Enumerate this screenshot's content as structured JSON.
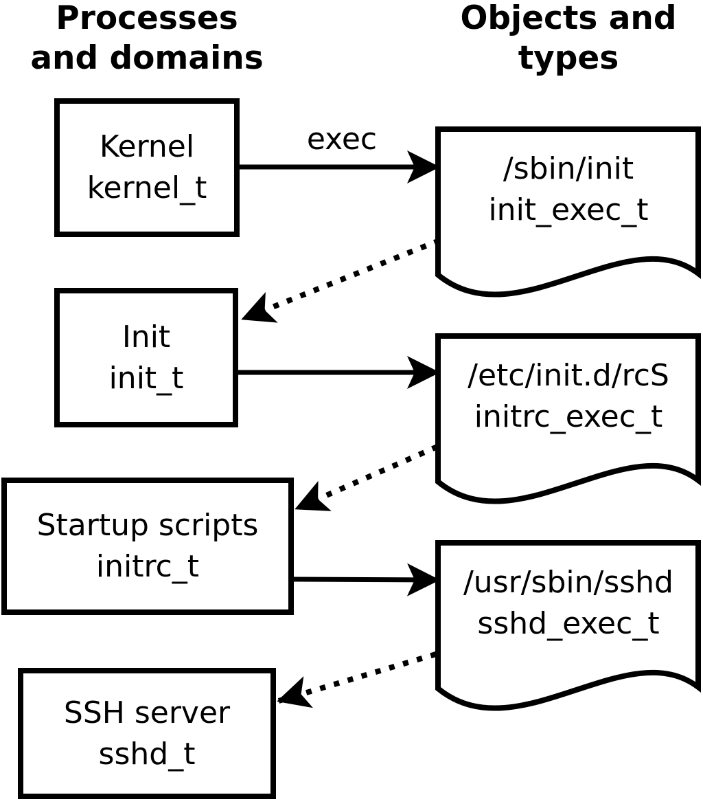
{
  "columns": {
    "left_header": "Processes\nand domains",
    "right_header": "Objects and\ntypes"
  },
  "process_nodes": [
    {
      "name": "Kernel",
      "domain": "kernel_t"
    },
    {
      "name": "Init",
      "domain": "init_t"
    },
    {
      "name": "Startup scripts",
      "domain": "initrc_t"
    },
    {
      "name": "SSH server",
      "domain": "sshd_t"
    }
  ],
  "object_nodes": [
    {
      "path": "/sbin/init",
      "type": "init_exec_t"
    },
    {
      "path": "/etc/init.d/rcS",
      "type": "initrc_exec_t"
    },
    {
      "path": "/usr/sbin/sshd",
      "type": "sshd_exec_t"
    }
  ],
  "labels": {
    "exec": "exec"
  },
  "colors": {
    "ink": "#000000",
    "background": "#ffffff"
  }
}
